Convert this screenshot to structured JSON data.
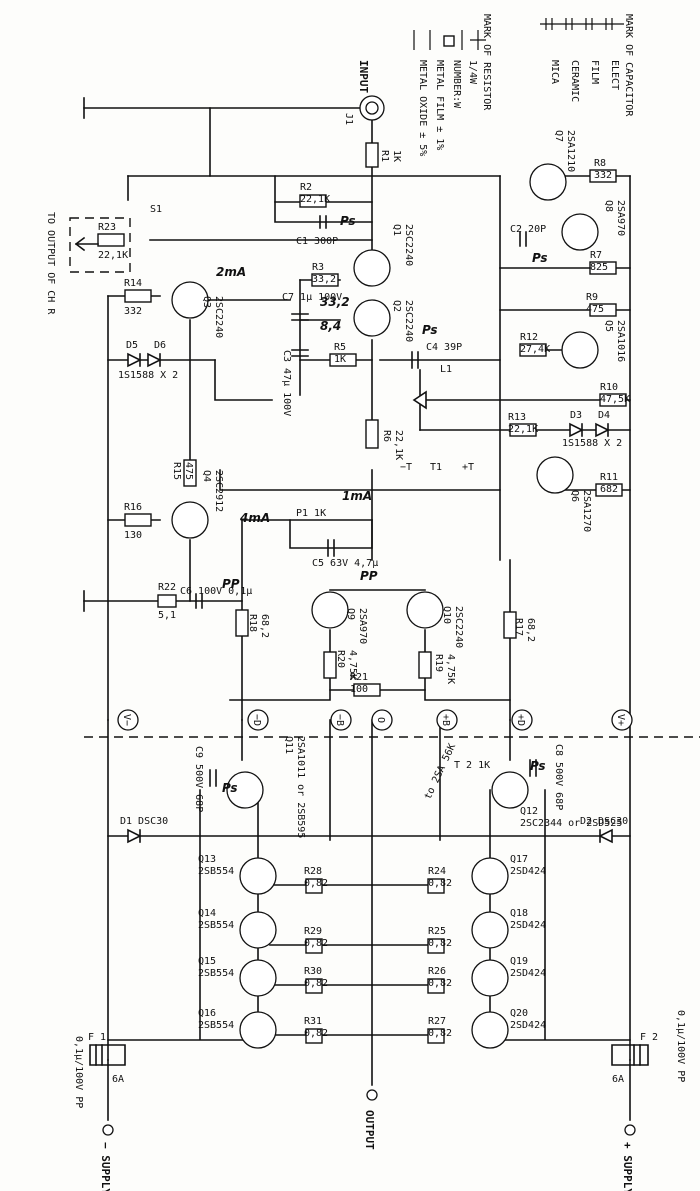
{
  "inputs": {
    "input": "INPUT",
    "j1": "J1",
    "output_to_ch_r": "TO OUTPUT OF CH R",
    "output": "OUTPUT",
    "minus_supply": "− SUPPLY",
    "plus_supply": "+ SUPPLY"
  },
  "legend": {
    "resistor_mark": "MARK OF RESISTOR",
    "quarter_watt": "1/4W",
    "number_w": "NUMBER:W",
    "metal_film": "METAL FILM ± 1%",
    "metal_oxide": "METAL OXIDE ± 5%",
    "capacitor_mark": "MARK OF CAPACITOR",
    "elect": "ELECT",
    "film": "FILM",
    "ceramic": "CERAMIC",
    "mica": "MICA"
  },
  "rails": [
    "V−",
    "−D",
    "−B",
    "O",
    "+B",
    "+D",
    "V+"
  ],
  "resistors": [
    {
      "ref": "R1",
      "value": "1K"
    },
    {
      "ref": "R2",
      "value": "22,1K"
    },
    {
      "ref": "R3",
      "value": "33,2"
    },
    {
      "ref": "R5",
      "value": "1K"
    },
    {
      "ref": "R6",
      "value": "22,1K"
    },
    {
      "ref": "R7",
      "value": "825"
    },
    {
      "ref": "R8",
      "value": "332"
    },
    {
      "ref": "R9",
      "value": "475"
    },
    {
      "ref": "R10",
      "value": "47,5K"
    },
    {
      "ref": "R11",
      "value": "682"
    },
    {
      "ref": "R12",
      "value": "27,4K"
    },
    {
      "ref": "R13",
      "value": "22,1K"
    },
    {
      "ref": "R14",
      "value": "332"
    },
    {
      "ref": "R15",
      "value": "475"
    },
    {
      "ref": "R16",
      "value": "130"
    },
    {
      "ref": "R17",
      "value": "68,2"
    },
    {
      "ref": "R18",
      "value": "68,2"
    },
    {
      "ref": "R19",
      "value": "4,75K"
    },
    {
      "ref": "R20",
      "value": "4,75K"
    },
    {
      "ref": "R21",
      "value": "100"
    },
    {
      "ref": "R22",
      "value": "5,1"
    },
    {
      "ref": "R23",
      "value": "22,1K"
    },
    {
      "ref": "R24",
      "value": "0,82"
    },
    {
      "ref": "R25",
      "value": "0,82"
    },
    {
      "ref": "R26",
      "value": "0,82"
    },
    {
      "ref": "R27",
      "value": "0,82"
    },
    {
      "ref": "R28",
      "value": "0,82"
    },
    {
      "ref": "R29",
      "value": "0,82"
    },
    {
      "ref": "R30",
      "value": "0,82"
    },
    {
      "ref": "R31",
      "value": "0,82"
    }
  ],
  "capacitors": [
    {
      "ref": "C1",
      "value": "300P"
    },
    {
      "ref": "C2",
      "value": "20P"
    },
    {
      "ref": "C3",
      "value": "47µ 100V"
    },
    {
      "ref": "C4",
      "value": "39P"
    },
    {
      "ref": "C5",
      "value": "63V 4,7µ"
    },
    {
      "ref": "C6",
      "value": "100V 0,1µ"
    },
    {
      "ref": "C7",
      "value": "1µ 100V"
    },
    {
      "ref": "C8",
      "value": "500V 68P"
    },
    {
      "ref": "C9",
      "value": "500V 68P"
    }
  ],
  "transistors": [
    {
      "ref": "Q1",
      "type": "2SC2240"
    },
    {
      "ref": "Q2",
      "type": "2SC2240"
    },
    {
      "ref": "Q3",
      "type": "2SC2240"
    },
    {
      "ref": "Q4",
      "type": "2SC2912"
    },
    {
      "ref": "Q5",
      "type": "2SA1016"
    },
    {
      "ref": "Q6",
      "type": "2SA1270"
    },
    {
      "ref": "Q7",
      "type": "2SA1210"
    },
    {
      "ref": "Q8",
      "type": "2SA970"
    },
    {
      "ref": "Q9",
      "type": "2SA970"
    },
    {
      "ref": "Q10",
      "type": "2SC2240"
    },
    {
      "ref": "Q11",
      "type": "2SA1011 or 2SB595"
    },
    {
      "ref": "Q12",
      "type": "2SC2344 or 2SD525"
    },
    {
      "ref": "Q13",
      "type": "2SB554"
    },
    {
      "ref": "Q14",
      "type": "2SB554"
    },
    {
      "ref": "Q15",
      "type": "2SB554"
    },
    {
      "ref": "Q16",
      "type": "2SB554"
    },
    {
      "ref": "Q17",
      "type": "2SD424"
    },
    {
      "ref": "Q18",
      "type": "2SD424"
    },
    {
      "ref": "Q19",
      "type": "2SD424"
    },
    {
      "ref": "Q20",
      "type": "2SD424"
    }
  ],
  "diodes": [
    {
      "ref": "D1",
      "type": "DSC30"
    },
    {
      "ref": "D2",
      "type": "DSC30"
    },
    {
      "ref": "D3",
      "type": "1S1588 X 2"
    },
    {
      "ref": "D4",
      "type": ""
    },
    {
      "ref": "D5",
      "type": "1S1588 X 2"
    },
    {
      "ref": "D6",
      "type": ""
    }
  ],
  "misc": {
    "s1": "S1",
    "l1": "L1",
    "p1": "P1 1K",
    "t1": "T1",
    "t1_minus": "−T",
    "t1_plus": "+T",
    "t2": "T 2 1K",
    "t2_note": "to 2SA 56K",
    "f1": "F 1",
    "f1_rating": "6A",
    "f1_cap": "0,1µ/100V PP",
    "f2": "F 2",
    "f2_rating": "6A",
    "f2_cap": "0,1µ/100V PP"
  },
  "annotations": {
    "i_2ma": "2mA",
    "i_1ma": "1mA",
    "i_4ma": "4mA",
    "pp": "PP",
    "ps": "Ps",
    "v_33_2": "33,2",
    "v_8_4": "8,4"
  }
}
